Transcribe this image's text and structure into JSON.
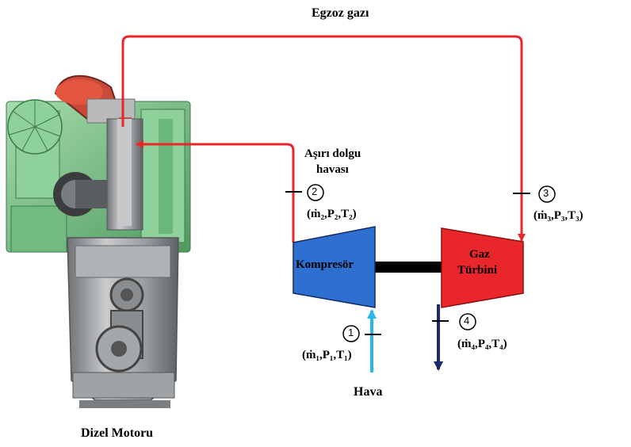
{
  "labels": {
    "exhaust": "Egzoz gazı",
    "charge_air_line1": "Aşırı dolgu",
    "charge_air_line2": "havası",
    "compressor": "Kompresör",
    "turbine_line1": "Gaz",
    "turbine_line2": "Türbini",
    "air": "Hava",
    "engine": "Dizel Motoru"
  },
  "states": [
    {
      "id": "1",
      "text": "(ṁ₁,P₁,T₁)"
    },
    {
      "id": "2",
      "text": "(ṁ₂,P₂,T₂)"
    },
    {
      "id": "3",
      "text": "(ṁ₃,P₃,T₃)"
    },
    {
      "id": "4",
      "text": "(ṁ₄,P₄,T₄)"
    }
  ],
  "colors": {
    "flow_red": "#e8262b",
    "compressor_fill": "#2f6fd0",
    "turbine_fill": "#e8262b",
    "air_inlet": "#29b6e8",
    "turbine_outlet": "#1a2a6e",
    "engine_green": "#7dc48a",
    "engine_gray": "#a9acaf"
  }
}
